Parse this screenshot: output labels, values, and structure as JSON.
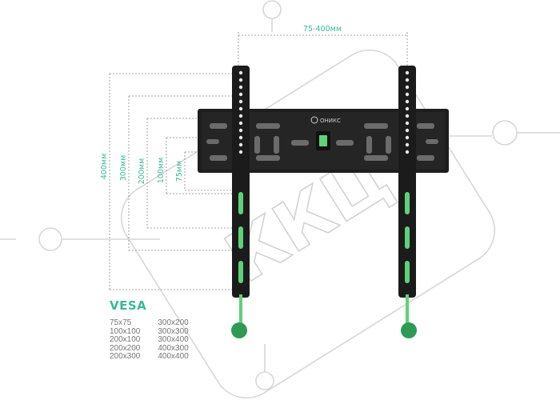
{
  "top_dimension": "75-400мм",
  "dimension_labels": [
    {
      "key": "d400",
      "text": "400мм"
    },
    {
      "key": "d300",
      "text": "300мм"
    },
    {
      "key": "d200",
      "text": "200мм"
    },
    {
      "key": "d100",
      "text": "100мм"
    },
    {
      "key": "d75",
      "text": "75мм"
    }
  ],
  "brand_label": "ОНИКС",
  "watermark": "ККЦ",
  "vesa": {
    "title": "VESA",
    "left_column": [
      "75x75",
      "100x100",
      "200x100",
      "200x200",
      "200x300"
    ],
    "right_column": [
      "300x200",
      "300x300",
      "300x400",
      "400x300",
      "400x400"
    ]
  },
  "colors": {
    "accent": "#3bb89a",
    "bracket": "#1b1b1b",
    "green_insert": "#5ed27a",
    "knob": "#2f9a54",
    "guide_line": "#8a8a8a",
    "watermark": "#d7d7d7"
  }
}
